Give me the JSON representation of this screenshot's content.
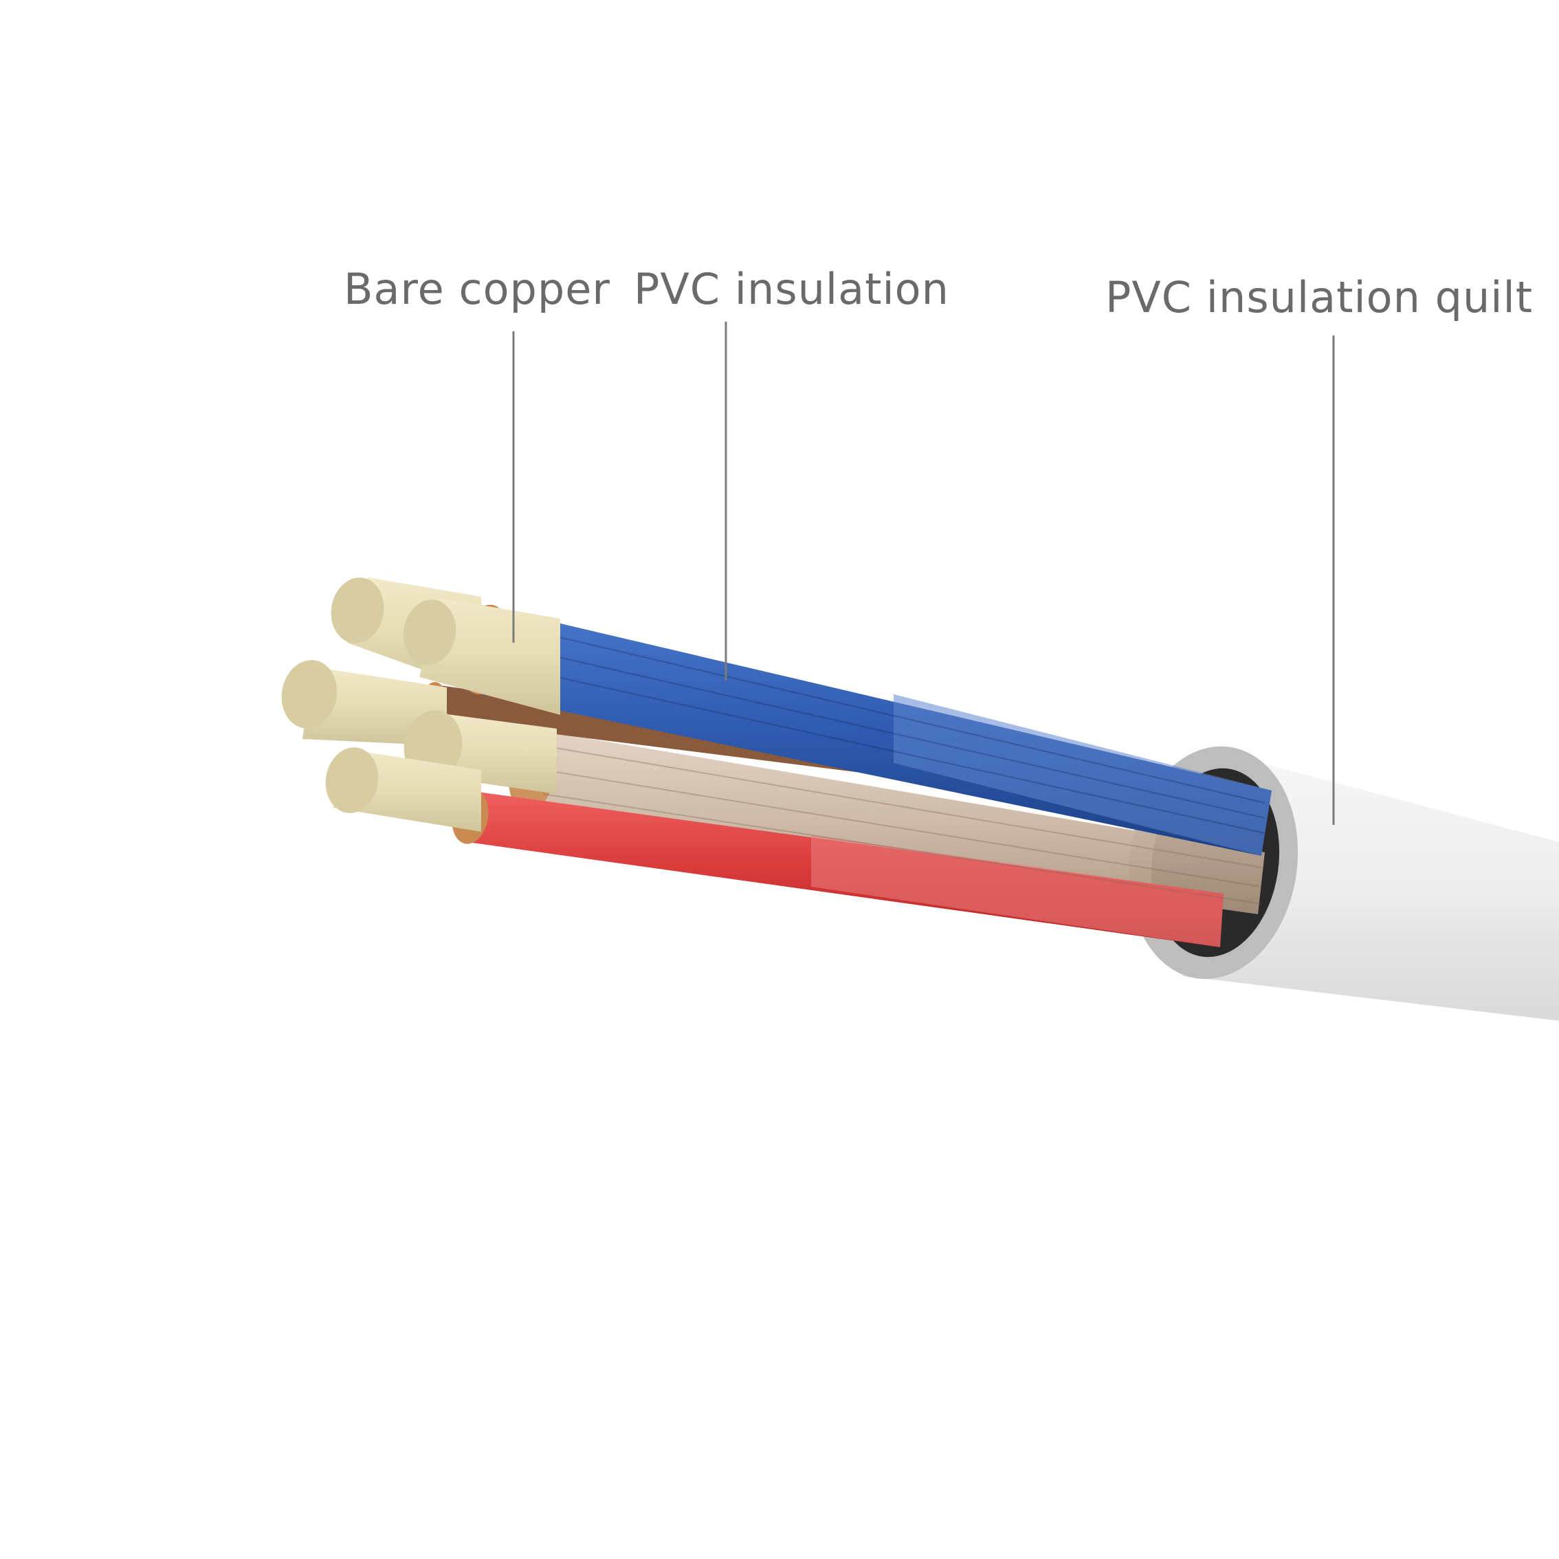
{
  "labels": {
    "bare_copper": "Bare copper",
    "pvc_insulation": "PVC insulation",
    "pvc_insulation_quilt": "PVC insulation quilt"
  },
  "colors": {
    "background": "#ffffff",
    "label_text": "#6a6a6a",
    "leader_line": "#7a7a7a",
    "copper_core": "#e6dcb4",
    "copper_foil": "#c98a52",
    "wire_blue": "#2f5bb0",
    "wire_brown": "#8a5a3c",
    "wire_tan": "#c9b4a0",
    "wire_red": "#d93a3a",
    "jacket_white": "#eeeeee",
    "jacket_ring": "#b8b8b8"
  },
  "components": [
    {
      "name": "bare-copper",
      "label": "Bare copper"
    },
    {
      "name": "pvc-insulation",
      "label": "PVC insulation"
    },
    {
      "name": "pvc-insulation-quilt",
      "label": "PVC insulation quilt"
    }
  ]
}
